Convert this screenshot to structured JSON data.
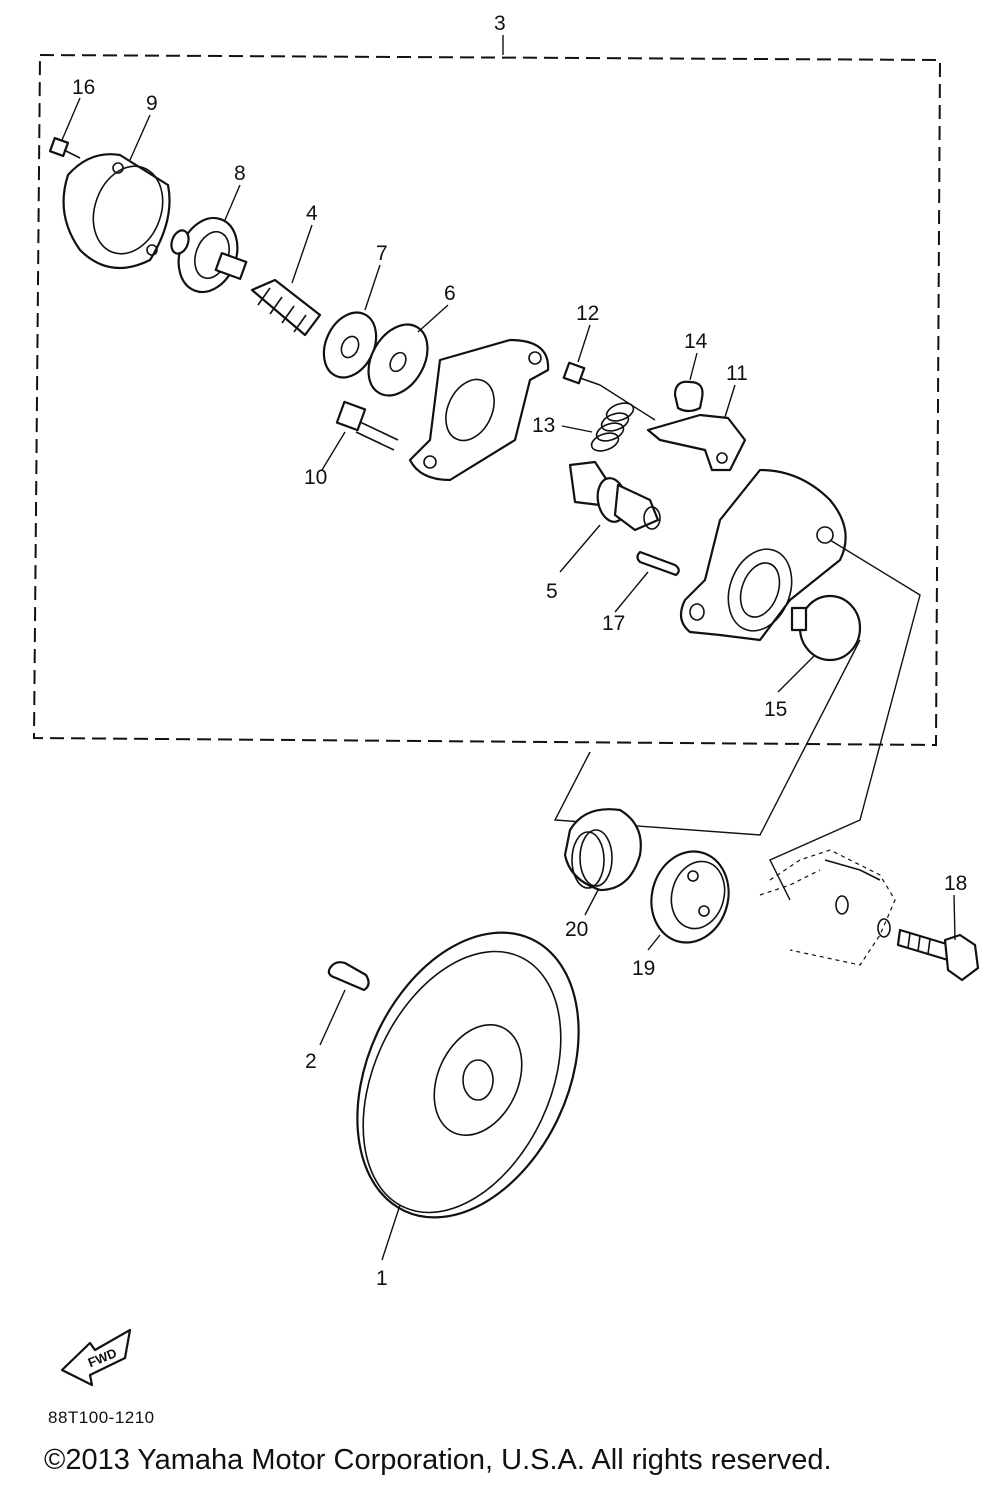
{
  "callouts": {
    "c1": "1",
    "c2": "2",
    "c3": "3",
    "c4": "4",
    "c5": "5",
    "c6": "6",
    "c7": "7",
    "c8": "8",
    "c9": "9",
    "c10": "10",
    "c11": "11",
    "c12": "12",
    "c13": "13",
    "c14": "14",
    "c15": "15",
    "c16": "16",
    "c17": "17",
    "c18": "18",
    "c19": "19",
    "c20": "20"
  },
  "fwd_label": "FWD",
  "diagram_code": "88T100-1210",
  "copyright": "©2013 Yamaha Motor Corporation, U.S.A. All rights reserved."
}
